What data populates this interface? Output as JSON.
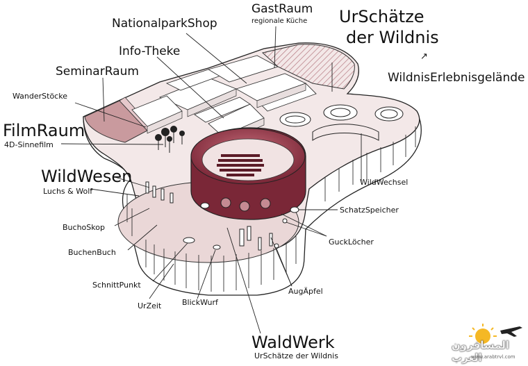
{
  "labels": {
    "gastraum": "GastRaum",
    "gastraum_sub": "regionale Küche",
    "urschaetze_line1": "UrSchätze",
    "urschaetze_line2": "der Wildnis",
    "nationalparkshop": "NationalparkShop",
    "infotheke": "Info-Theke",
    "seminarraum": "SeminarRaum",
    "wanderstoecke": "WanderStöcke",
    "filmraum": "FilmRaum",
    "filmraum_sub": "4D-Sinnefilm",
    "wildwesen": "WildWesen",
    "wildwesen_sub": "Luchs & Wolf",
    "wildniserlebnis": "WildnisErlebnisgelände",
    "wildniserlebnis_arrow": "↗",
    "wildwechsel": "WildWechsel",
    "schatzspeicher": "SchatzSpeicher",
    "guckloecher": "GuckLöcher",
    "buchoskop": "BuchoSkop",
    "buchenbuch": "BuchenBuch",
    "schnittpunkt": "SchnittPunkt",
    "urzeit": "UrZeit",
    "blickwurf": "BlickWurf",
    "augaepfel": "AugÄpfel",
    "waldwerk": "WaldWerk",
    "waldwerk_sub": "UrSchätze der Wildnis"
  },
  "watermark": {
    "logo_text": "المسافرون العرب",
    "url": "www.arabtrvl.com"
  },
  "colors": {
    "floor": "#f3e8e8",
    "floor_inner": "#e7cfcf",
    "wall": "#ffffff",
    "line": "#222222",
    "cinema": "#9a3a4a",
    "cinema_dark": "#6d2230",
    "seminar": "#c99a9e"
  }
}
